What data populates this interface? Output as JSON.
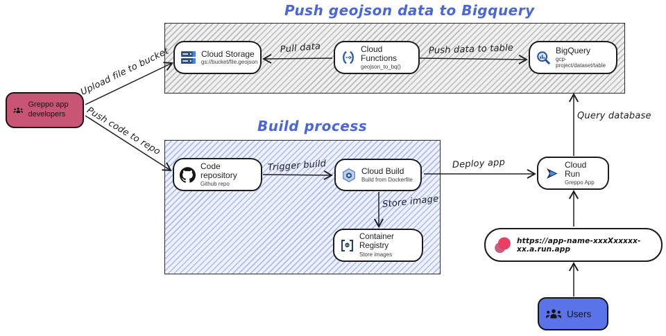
{
  "colors": {
    "title_blue": "#4a66d8",
    "developers_fill": "#c85573",
    "users_fill": "#5a73e8",
    "stroke_dark": "#1e1e1e",
    "gcp_blue": "#4285f4"
  },
  "sections": {
    "bigquery_flow": {
      "title": "Push geojson data to Bigquery"
    },
    "build_flow": {
      "title": "Build process"
    }
  },
  "nodes": {
    "cloud_storage": {
      "title": "Cloud Storage",
      "subtitle": "gs://bucket/file.geojson",
      "icon": "storage-icon"
    },
    "cloud_functions": {
      "title": "Cloud Functions",
      "subtitle": "geojson_to_bq()",
      "icon": "functions-icon"
    },
    "bigquery": {
      "title": "BigQuery",
      "subtitle": "gcp-project/dataset/table",
      "icon": "bigquery-icon"
    },
    "code_repository": {
      "title": "Code repository",
      "subtitle": "Github repo",
      "icon": "github-icon"
    },
    "cloud_build": {
      "title": "Cloud Build",
      "subtitle": "Build from Dockerfile",
      "icon": "cloud-build-icon"
    },
    "container_registry": {
      "title": "Container Registry",
      "subtitle": "Store images",
      "icon": "registry-icon"
    },
    "cloud_run": {
      "title": "Cloud Run",
      "subtitle": "Greppo App",
      "icon": "cloud-run-icon"
    },
    "developers": {
      "label": "Greppo app developers",
      "icon": "users-icon"
    },
    "users": {
      "label": "Users",
      "icon": "users-icon"
    },
    "app_url": {
      "label": "https://app-name-xxxXxxxxx-xx.a.run.app",
      "icon": "greppo-logo-icon"
    }
  },
  "edges": {
    "upload_file": {
      "label": "Upload file to bucket"
    },
    "push_code": {
      "label": "Push code to repo"
    },
    "pull_data": {
      "label": "Pull data"
    },
    "push_data_to_table": {
      "label": "Push data to table"
    },
    "trigger_build": {
      "label": "Trigger build"
    },
    "store_image": {
      "label": "Store image"
    },
    "deploy_app": {
      "label": "Deploy app"
    },
    "query_database": {
      "label": "Query database"
    }
  }
}
